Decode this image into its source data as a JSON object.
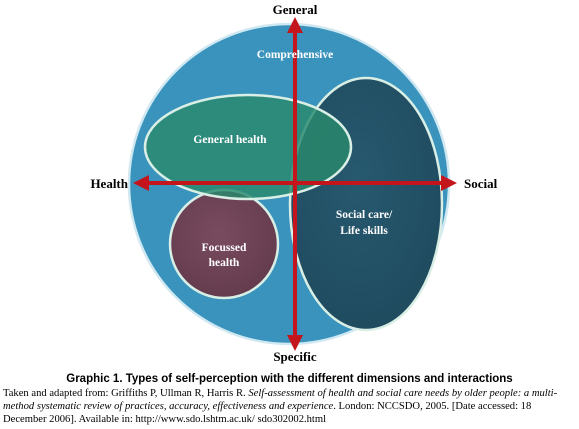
{
  "axes": {
    "top": "General",
    "bottom": "Specific",
    "left": "Health",
    "right": "Social"
  },
  "regions": {
    "outer": "Comprehensive",
    "general_health": "General health",
    "social_care": [
      "Social care/",
      "Life skills"
    ],
    "focussed_health": [
      "Focussed",
      "health"
    ]
  },
  "colors": {
    "outer_circle": "#3a93bd",
    "general_health": "#2a8a6c",
    "social_care": "#224f66",
    "focussed_health": "#6e4355",
    "axis_arrow": "#c4141c",
    "outline": "#d9efe6"
  },
  "caption": "Graphic 1. Types of self-perception with the different dimensions and interactions",
  "source": {
    "prefix": "Taken and adapted from: Griffiths P, Ullman R, Harris R. ",
    "title": "Self-assessment of health and social care needs by older people: a multi-method systematic review of practices, accuracy, effectiveness and experience",
    "suffix": ". London: NCCSDO, 2005. [Date accessed: 18 December 2006]. Available in: http://www.sdo.lshtm.ac.uk/ sdo302002.html"
  }
}
